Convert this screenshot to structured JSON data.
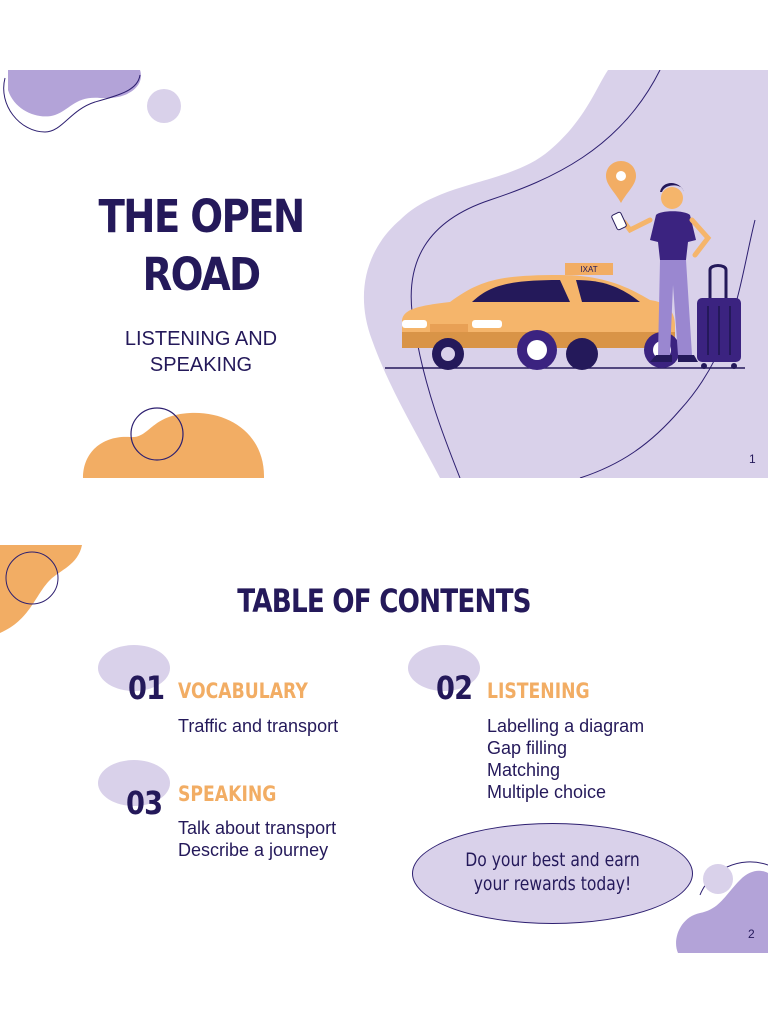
{
  "slide1": {
    "title_line1": "THE OPEN",
    "title_line2": "ROAD",
    "subtitle_line1": "LISTENING AND",
    "subtitle_line2": "SPEAKING",
    "taxi_sign": "IXAT",
    "page_number": "1"
  },
  "slide2": {
    "title": "TABLE OF CONTENTS",
    "sections": [
      {
        "number": "01",
        "heading": "VOCABULARY",
        "items": [
          "Traffic and transport"
        ]
      },
      {
        "number": "02",
        "heading": "LISTENING",
        "items": [
          "Labelling a diagram",
          "Gap filling",
          "Matching",
          "Multiple choice"
        ]
      },
      {
        "number": "03",
        "heading": "SPEAKING",
        "items": [
          "Talk about transport",
          "Describe a journey"
        ]
      }
    ],
    "callout_line1": "Do your best and earn",
    "callout_line2": "your rewards today!",
    "page_number": "2"
  },
  "colors": {
    "navy": "#24195a",
    "lavender": "#d9d1ea",
    "purple": "#b3a3d8",
    "orange": "#f2ad64",
    "taxi": "#f5b56b",
    "suitcase": "#3b2380"
  },
  "icons": [
    "location-pin-icon",
    "taxi-icon",
    "person-icon",
    "suitcase-icon"
  ]
}
